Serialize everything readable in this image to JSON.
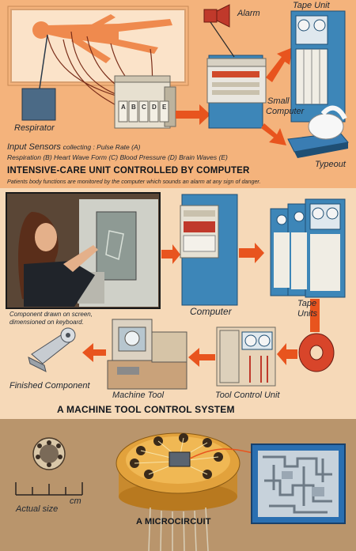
{
  "icu": {
    "labels": {
      "alarm": "Alarm",
      "tape_unit": "Tape Unit",
      "respirator": "Respirator",
      "small_computer_1": "Small",
      "small_computer_2": "Computer",
      "typeout": "Typeout"
    },
    "sensor_channels": [
      "A",
      "B",
      "C",
      "D",
      "E"
    ],
    "sensors_heading": "Input Sensors",
    "sensors_line1": "collecting : Pulse Rate (A)",
    "sensors_line2": "Respiration (B) Heart Wave Form (C) Blood Pressure (D) Brain Waves (E)",
    "caption": "INTENSIVE-CARE UNIT CONTROLLED BY COMPUTER",
    "subcaption": "Patients body functions are monitored by the computer which sounds an alarm at any sign of danger."
  },
  "machine": {
    "labels": {
      "computer": "Computer",
      "tape_units_1": "Tape",
      "tape_units_2": "Units",
      "component_note_1": "Component drawn on screen,",
      "component_note_2": "dimensioned on keyboard.",
      "finished_component": "Finished Component",
      "machine_tool": "Machine Tool",
      "tool_control_unit": "Tool Control Unit"
    },
    "caption": "A MACHINE TOOL CONTROL SYSTEM"
  },
  "micro": {
    "actual_size": "Actual size",
    "cm": "cm",
    "caption": "A MICROCIRCUIT"
  },
  "colors": {
    "top_bg": "#f4b37c",
    "middle_bg": "#f6d9b8",
    "bottom_bg": "#b9956c",
    "arrow": "#e8541e",
    "machine_blue": "#3d86b8"
  }
}
